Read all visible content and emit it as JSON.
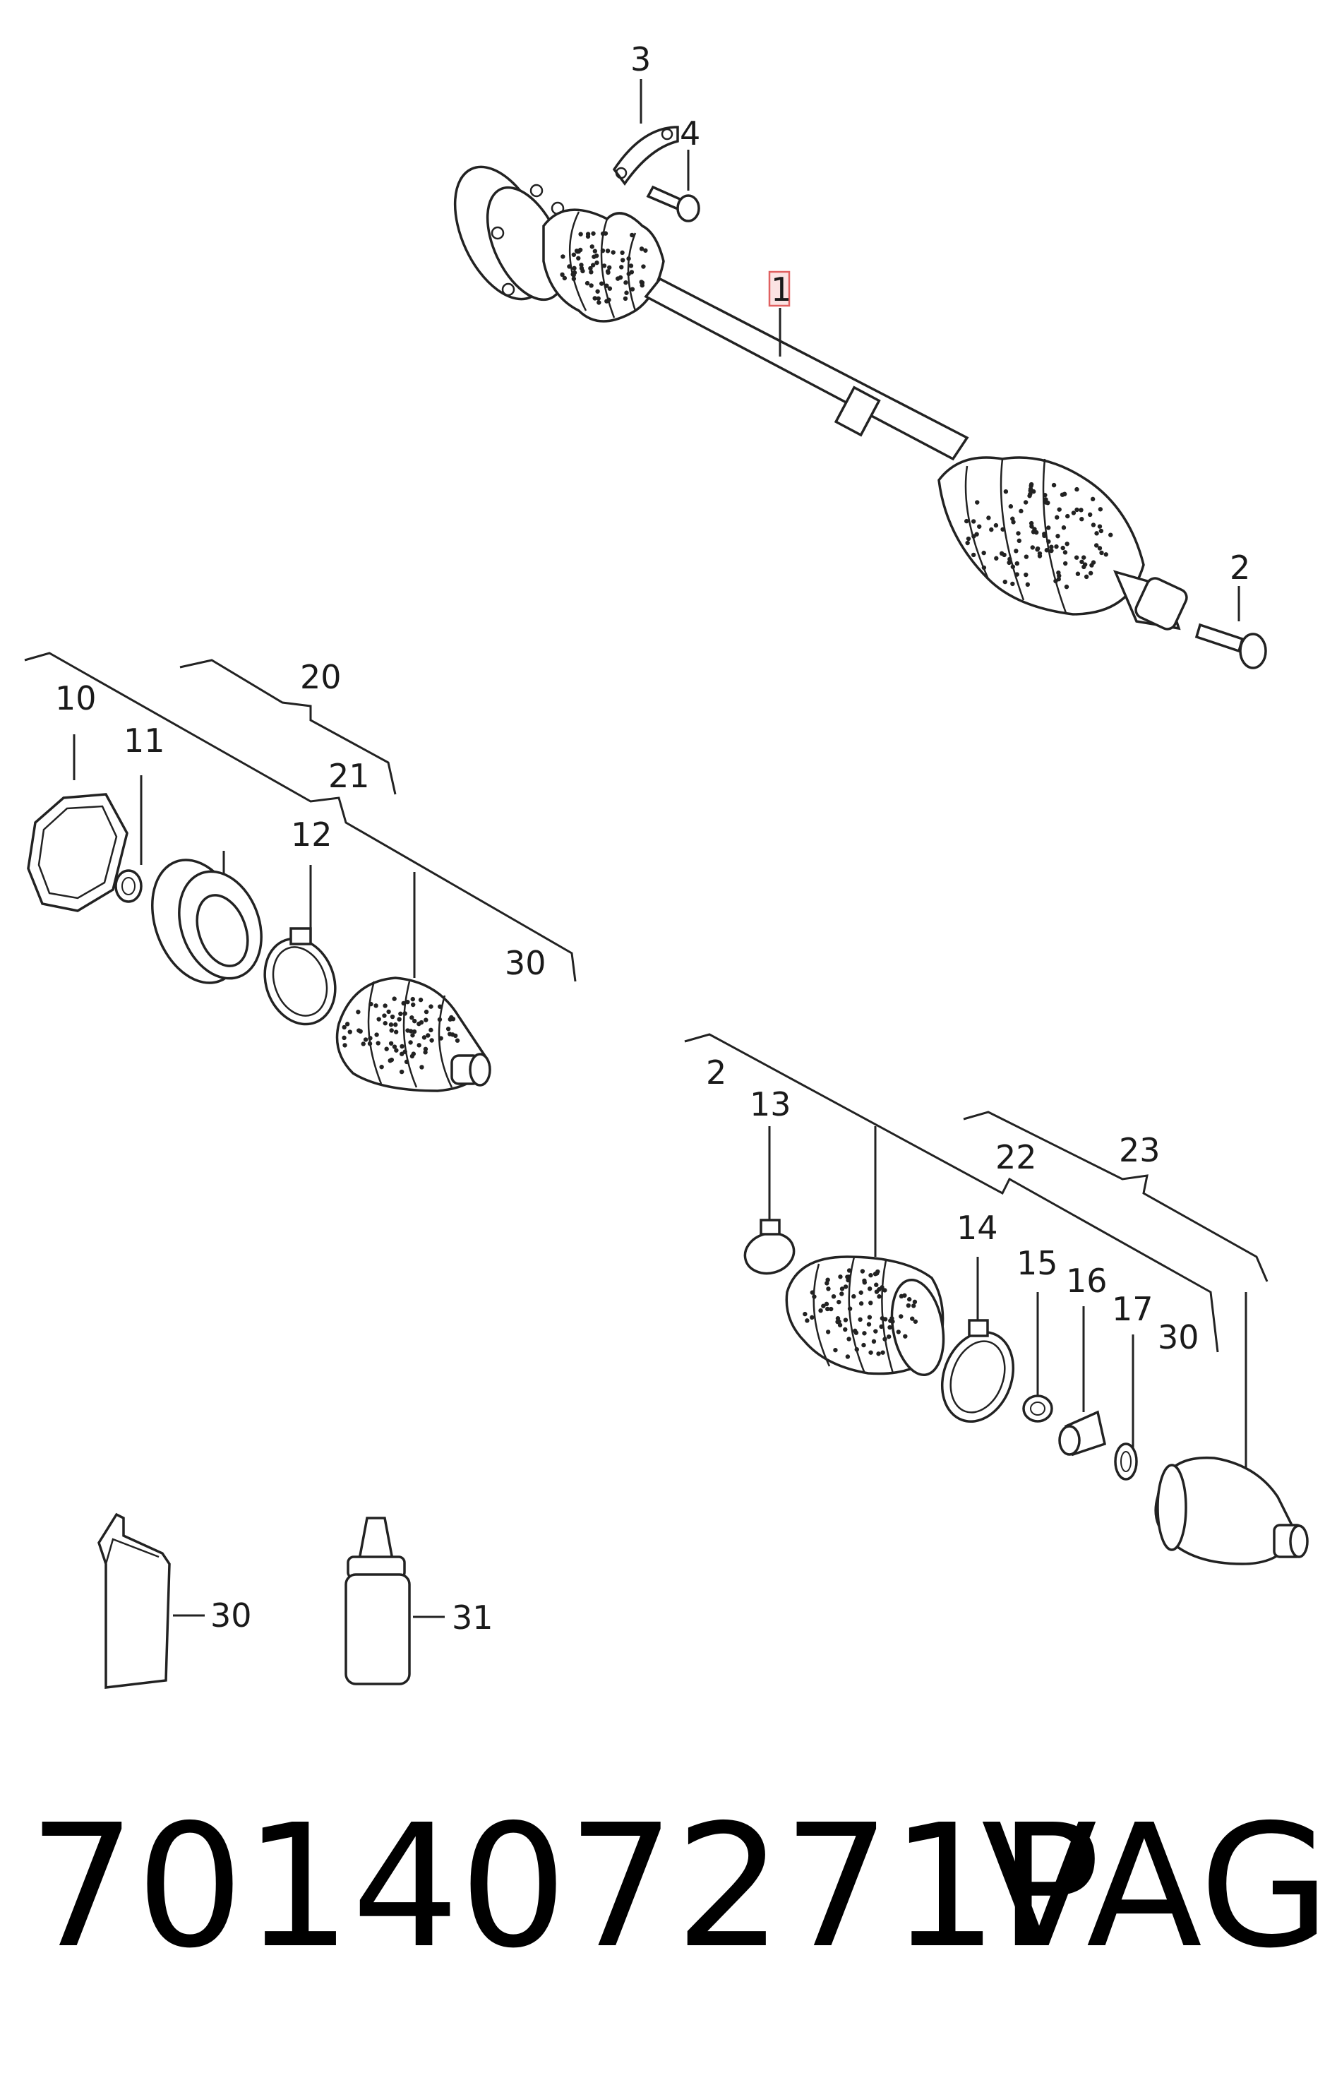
{
  "diagram": {
    "part_labels": {
      "p1": "1",
      "p2_top": "2",
      "p3": "3",
      "p4": "4",
      "p10": "10",
      "p11": "11",
      "p12": "12",
      "p20": "20",
      "p21": "21",
      "p30_mid": "30",
      "p2_low": "2",
      "p13": "13",
      "p14": "14",
      "p15": "15",
      "p16": "16",
      "p17": "17",
      "p22": "22",
      "p23": "23",
      "p30_low": "30",
      "p30_tube": "30",
      "p31_bottle": "31"
    },
    "highlight_color": "#e06060"
  },
  "footer": {
    "part_number": "701407271P",
    "brand": "VAG"
  }
}
